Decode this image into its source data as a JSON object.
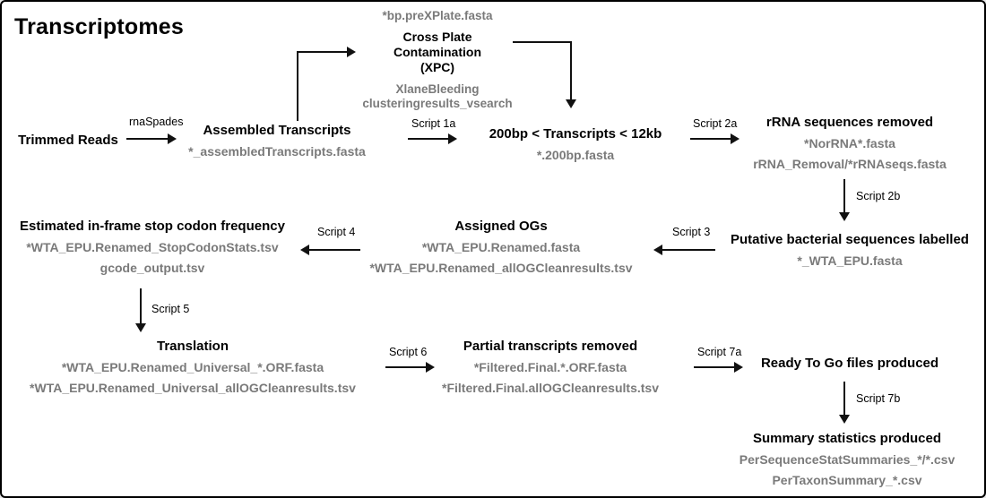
{
  "page": {
    "title": "Transcriptomes"
  },
  "colors": {
    "text": "#000000",
    "muted": "#7a7a7a",
    "background": "#ffffff",
    "line": "#111111"
  },
  "xpc": {
    "input_file": "*bp.preXPlate.fasta",
    "title_lines": [
      "Cross Plate",
      "Contamination",
      "(XPC)"
    ],
    "outputs": [
      "XlaneBleeding",
      "clusteringresults_vsearch"
    ]
  },
  "nodes": {
    "trimmed_reads": {
      "title": "Trimmed Reads"
    },
    "assembled_transcripts": {
      "title": "Assembled Transcripts",
      "files": [
        "*_assembledTranscripts.fasta"
      ]
    },
    "length_filtered": {
      "title": "200bp < Transcripts < 12kb",
      "files": [
        "*.200bp.fasta"
      ]
    },
    "rrna_removed": {
      "title": "rRNA sequences removed",
      "files": [
        "*NorRNA*.fasta",
        "rRNA_Removal/*rRNAseqs.fasta"
      ]
    },
    "bacterial_labelled": {
      "title": "Putative bacterial sequences labelled",
      "files": [
        "*_WTA_EPU.fasta"
      ]
    },
    "assigned_ogs": {
      "title": "Assigned OGs",
      "files": [
        "*WTA_EPU.Renamed.fasta",
        "*WTA_EPU.Renamed_allOGCleanresults.tsv"
      ]
    },
    "stop_codon_freq": {
      "title": "Estimated in-frame stop codon frequency",
      "files": [
        "*WTA_EPU.Renamed_StopCodonStats.tsv",
        "gcode_output.tsv"
      ]
    },
    "translation": {
      "title": "Translation",
      "files": [
        "*WTA_EPU.Renamed_Universal_*.ORF.fasta",
        "*WTA_EPU.Renamed_Universal_allOGCleanresults.tsv"
      ]
    },
    "partial_removed": {
      "title": "Partial transcripts removed",
      "files": [
        "*Filtered.Final.*.ORF.fasta",
        "*Filtered.Final.allOGCleanresults.tsv"
      ]
    },
    "ready_to_go": {
      "title": "Ready To Go files produced"
    },
    "summary_stats": {
      "title": "Summary statistics produced",
      "files": [
        "PerSequenceStatSummaries_*/*.csv",
        "PerTaxonSummary_*.csv"
      ]
    }
  },
  "arrows": {
    "rnaspades": "rnaSpades",
    "script_1a": "Script 1a",
    "script_2a": "Script 2a",
    "script_2b": "Script 2b",
    "script_3": "Script 3",
    "script_4": "Script 4",
    "script_5": "Script 5",
    "script_6": "Script 6",
    "script_7a": "Script 7a",
    "script_7b": "Script 7b"
  }
}
